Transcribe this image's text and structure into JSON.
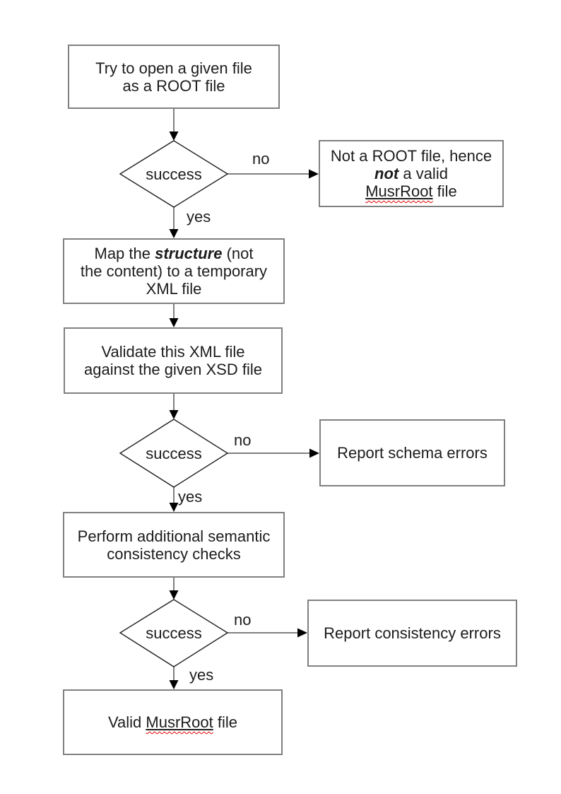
{
  "flow": {
    "nodes": {
      "open": {
        "line1": "Try to open a given file",
        "line2": "as a ROOT file"
      },
      "decision1": {
        "label": "success"
      },
      "not_root": {
        "line1": "Not a ROOT file, hence",
        "line2_bold": "not",
        "line2_rest": " a valid",
        "line3_word": "MusrRoot",
        "line3_rest": " file"
      },
      "map": {
        "line1_pre": "Map the ",
        "line1_bold": "structure",
        "line1_post": " (not",
        "line2": "the content) to a temporary",
        "line3": "XML file"
      },
      "validate": {
        "line1": "Validate this XML file",
        "line2": "against the given XSD file"
      },
      "decision2": {
        "label": "success"
      },
      "schema_errors": {
        "label": "Report schema errors"
      },
      "perform": {
        "line1": "Perform additional semantic",
        "line2": "consistency checks"
      },
      "decision3": {
        "label": "success"
      },
      "consistency_errors": {
        "label": "Report consistency errors"
      },
      "valid": {
        "pre": "Valid ",
        "word": "MusrRoot",
        "post": " file"
      }
    },
    "edges": {
      "no1": "no",
      "yes1": "yes",
      "no2": "no",
      "yes2": "yes",
      "no3": "no",
      "yes3": "yes"
    },
    "colors": {
      "connector": "#808080",
      "arrowhead": "#000000",
      "box_border": "#808080",
      "diamond_border": "#1f1f1f",
      "text": "#1c1c1c",
      "squiggle": "#e00000",
      "bg": "#ffffff"
    }
  }
}
